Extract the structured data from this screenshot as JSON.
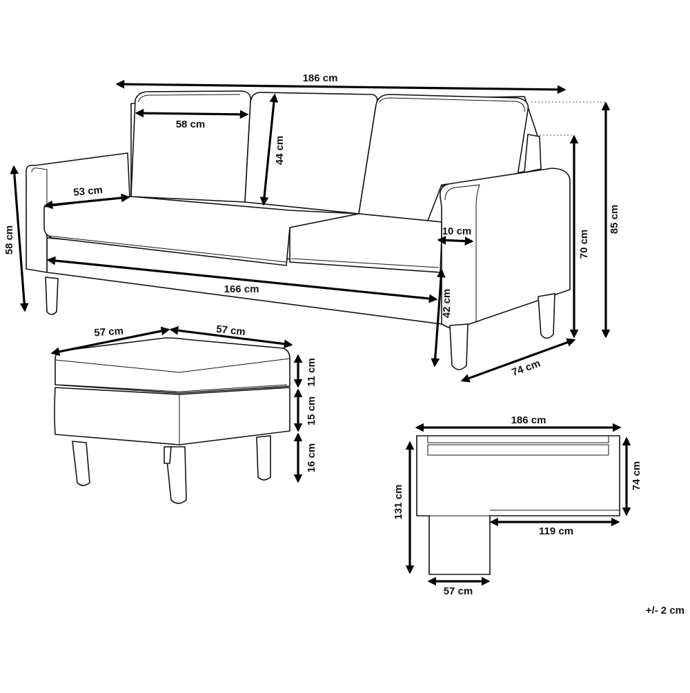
{
  "sofa": {
    "width_total": "186 cm",
    "back_cushion_width": "58 cm",
    "back_cushion_height": "44 cm",
    "seat_depth": "53 cm",
    "seat_width": "166 cm",
    "arm_width": "10 cm",
    "arm_height": "58 cm",
    "seat_height": "42 cm",
    "back_height": "70 cm",
    "total_height": "85 cm",
    "depth": "74 cm"
  },
  "ottoman": {
    "width": "57 cm",
    "depth": "57 cm",
    "cushion_height": "11 cm",
    "base_height": "15 cm",
    "leg_height": "16 cm"
  },
  "plan": {
    "width_total": "186 cm",
    "depth_sofa": "74 cm",
    "depth_total": "131 cm",
    "sofa_only_width": "119 cm",
    "chaise_width": "57 cm"
  },
  "tolerance": "+/- 2 cm"
}
